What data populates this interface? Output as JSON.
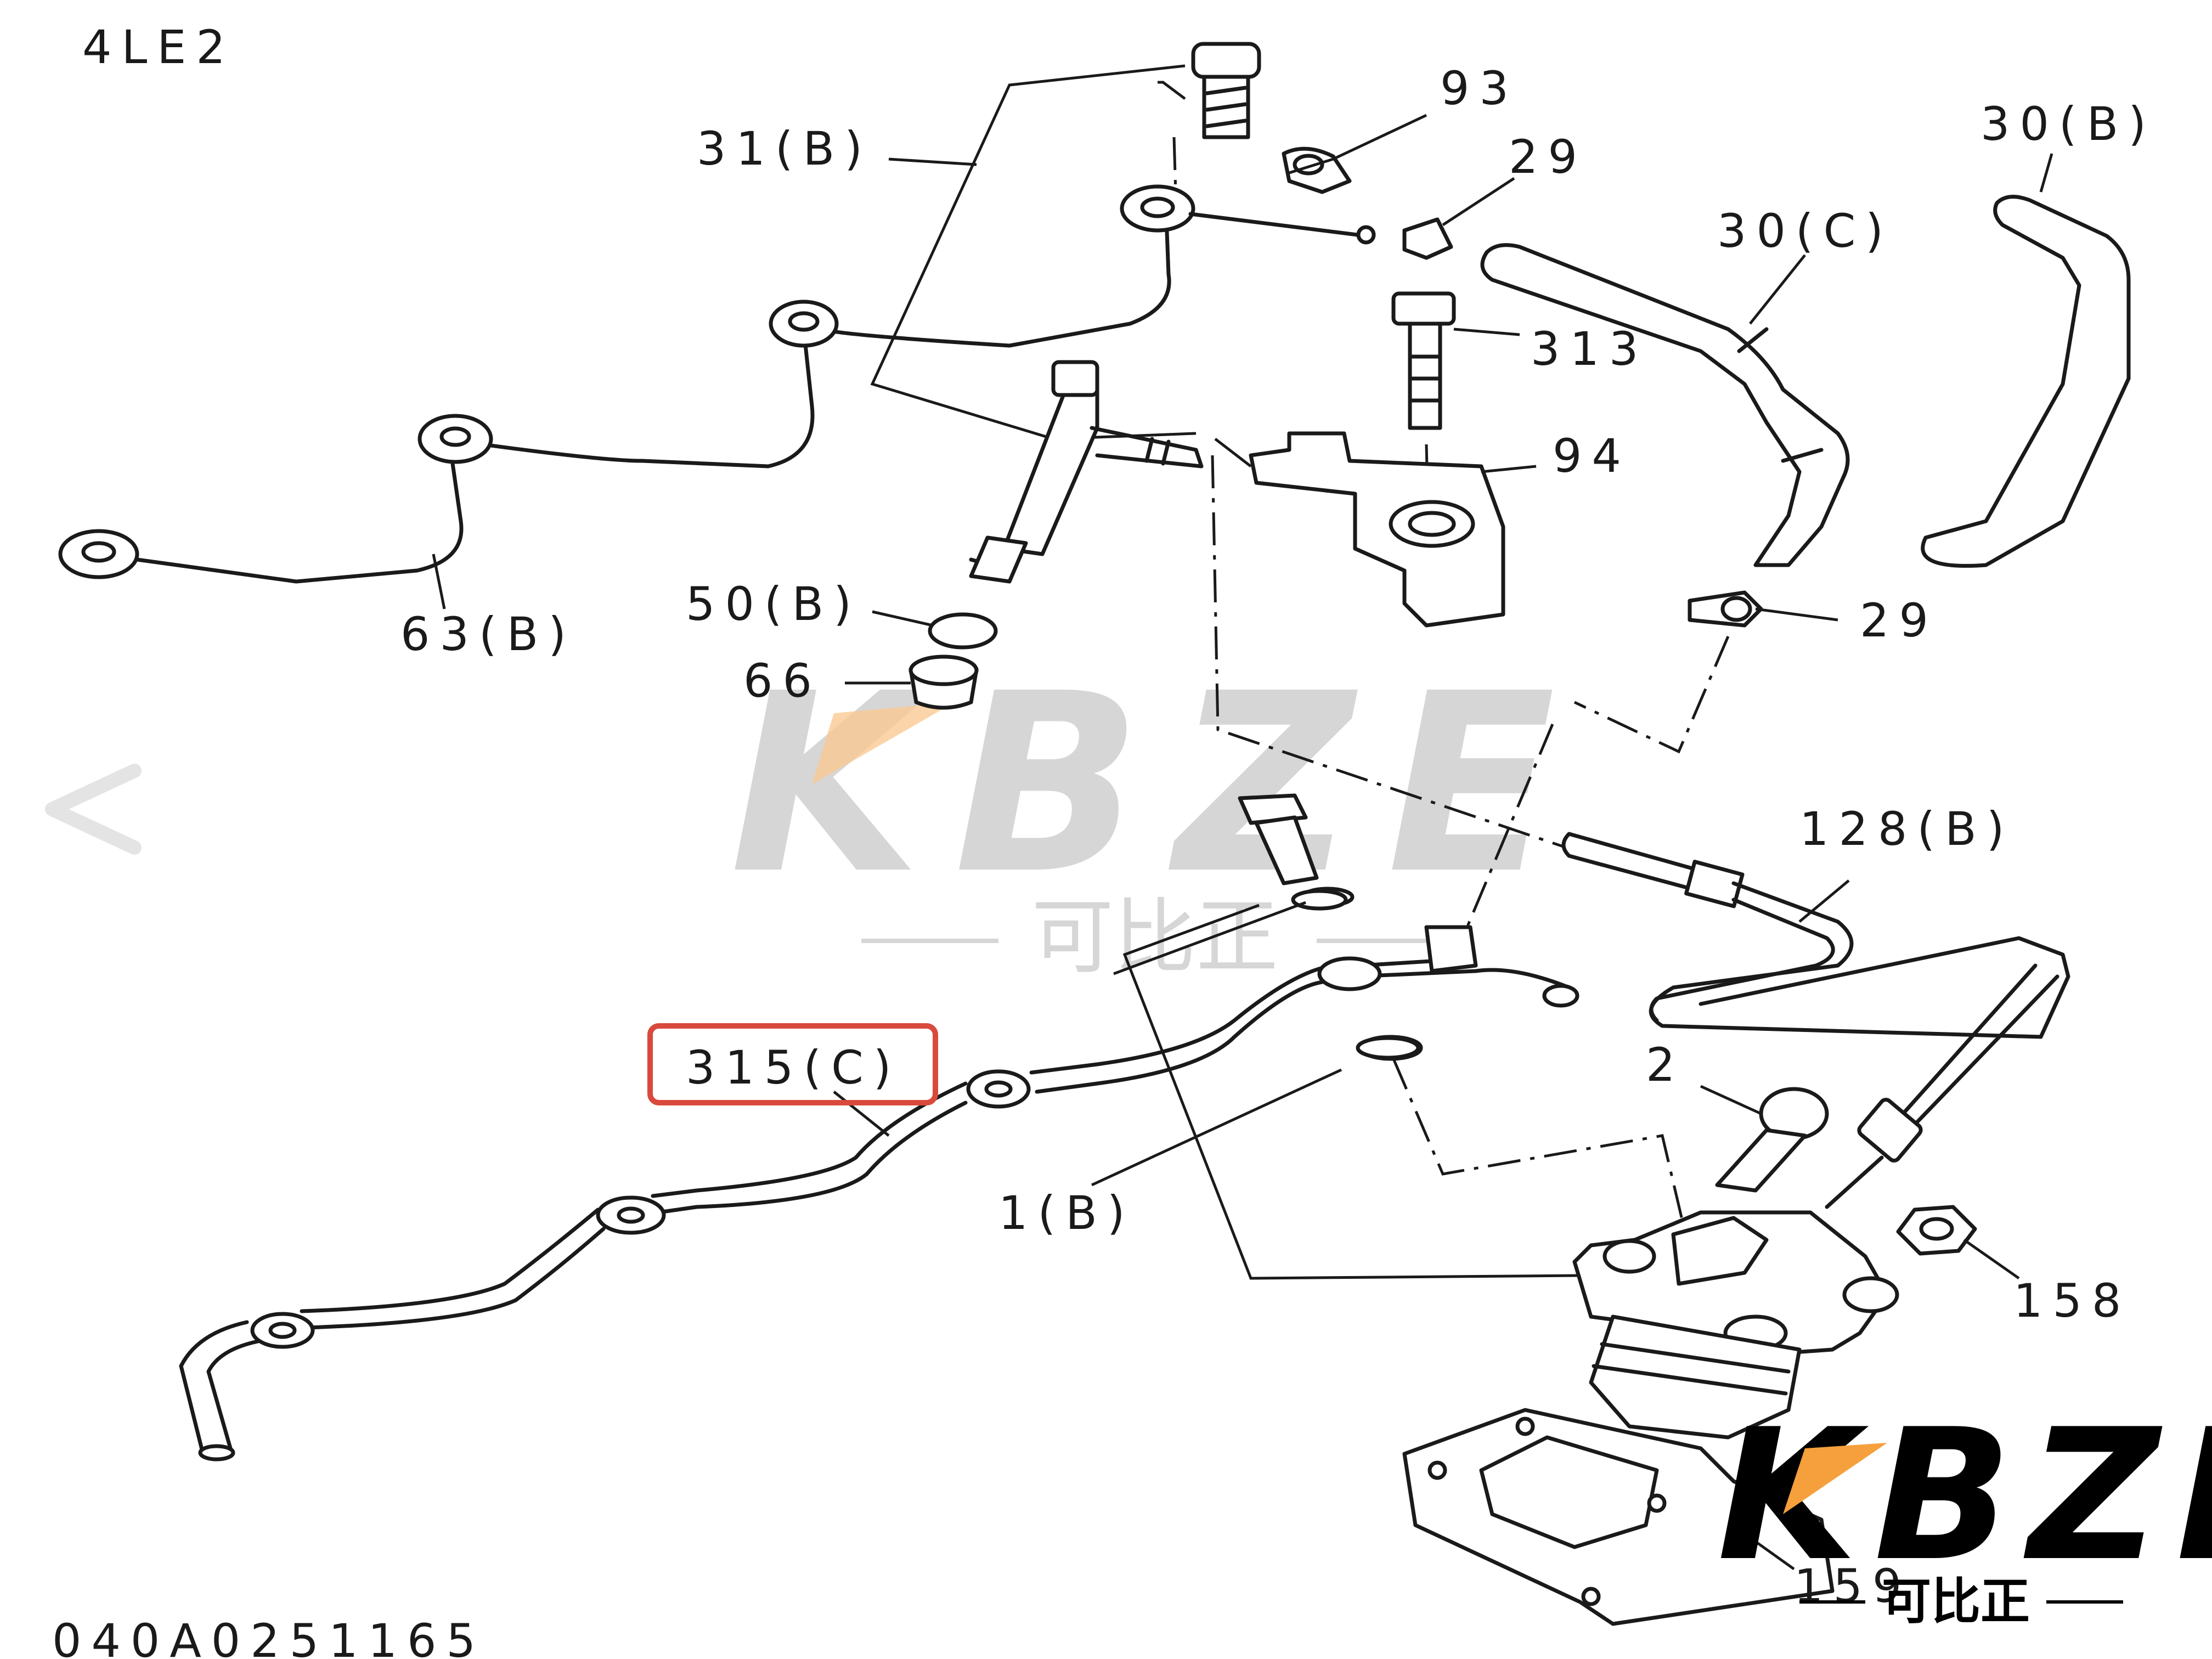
{
  "diagram": {
    "model_code": "4LE2",
    "drawing_number": "040A0251165",
    "highlighted_part": "315(C)",
    "highlight_color": "#d94a3d",
    "callouts": {
      "p31b": "31(B)",
      "p93": "93",
      "p29a": "29",
      "p30b": "30(B)",
      "p30c": "30(C)",
      "p313": "313",
      "p94": "94",
      "p63b": "63(B)",
      "p50b": "50(B)",
      "p66": "66",
      "p29b": "29",
      "p128b": "128(B)",
      "p315c": "315(C)",
      "p2": "2",
      "p1b": "1(B)",
      "p158": "158",
      "p159": "159"
    }
  },
  "watermark": {
    "brand": "KBZE",
    "sub_text": "可比正",
    "accent_color": "#f5a03c"
  },
  "nav": {
    "back_icon": "chevron-left-icon"
  }
}
